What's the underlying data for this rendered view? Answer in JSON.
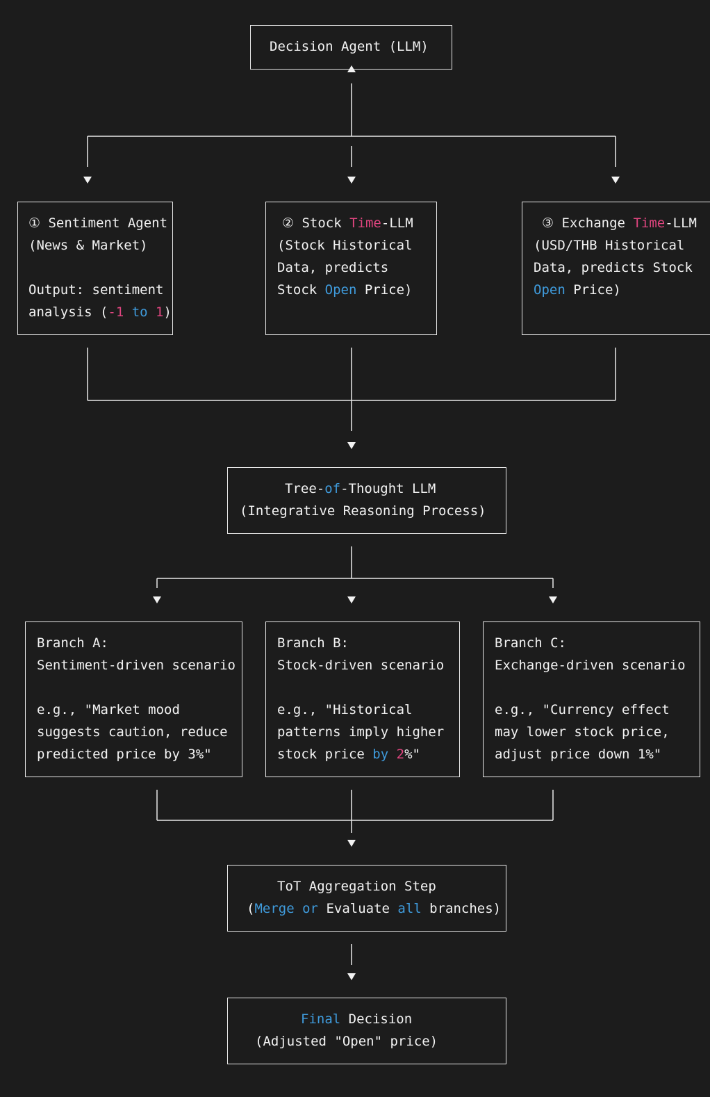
{
  "decision_agent": {
    "label": "Decision Agent (LLM)"
  },
  "sentiment_agent": {
    "title": "① Sentiment Agent",
    "subtitle": "(News & Market)",
    "output_1": "Output: sentiment",
    "output_2_a": "analysis (",
    "output_2_neg": "-1",
    "output_2_to": " to ",
    "output_2_pos": "1",
    "output_2_end": ")"
  },
  "stock_time_llm": {
    "title_a": "② Stock ",
    "title_time": "Time",
    "title_b": "-LLM",
    "line_1": "(Stock Historical",
    "line_2": "Data, predicts",
    "line_3_a": "Stock ",
    "line_3_open": "Open",
    "line_3_b": " Price)"
  },
  "exchange_time_llm": {
    "title_a": "③ Exchange ",
    "title_time": "Time",
    "title_b": "-LLM",
    "line_1": "(USD/THB Historical",
    "line_2": "Data, predicts Stock",
    "line_3_open": "Open",
    "line_3_b": " Price)"
  },
  "tot_llm": {
    "title_a": "Tree-",
    "title_of": "of",
    "title_b": "-Thought LLM",
    "subtitle": "(Integrative Reasoning Process)"
  },
  "branch_a": {
    "title": "Branch A:",
    "scenario": "Sentiment-driven scenario",
    "ex_1": "e.g., \"Market mood",
    "ex_2": "suggests caution, reduce",
    "ex_3": "predicted price by 3%\""
  },
  "branch_b": {
    "title": "Branch B:",
    "scenario": "Stock-driven scenario",
    "ex_1": "e.g., \"Historical",
    "ex_2": "patterns imply higher",
    "ex_3_a": "stock price ",
    "ex_3_by": "by",
    "ex_3_sp": " ",
    "ex_3_num": "2",
    "ex_3_end": "%\""
  },
  "branch_c": {
    "title": "Branch C:",
    "scenario": "Exchange-driven scenario",
    "ex_1": "e.g., \"Currency effect",
    "ex_2": "may lower stock price,",
    "ex_3": "adjust price down 1%\""
  },
  "aggregation": {
    "title": "ToT Aggregation Step",
    "sub_open": "(",
    "sub_merge": "Merge",
    "sub_sp1": " ",
    "sub_or": "or",
    "sub_eval": " Evaluate ",
    "sub_all": "all",
    "sub_end": " branches)"
  },
  "final": {
    "title_final": "Final",
    "title_b": " Decision",
    "subtitle": "(Adjusted \"Open\" price)"
  },
  "colors": {
    "background": "#1c1c1c",
    "text": "#f2f2f2",
    "keyword_pink": "#e0457f",
    "keyword_blue": "#3f9bdc"
  }
}
